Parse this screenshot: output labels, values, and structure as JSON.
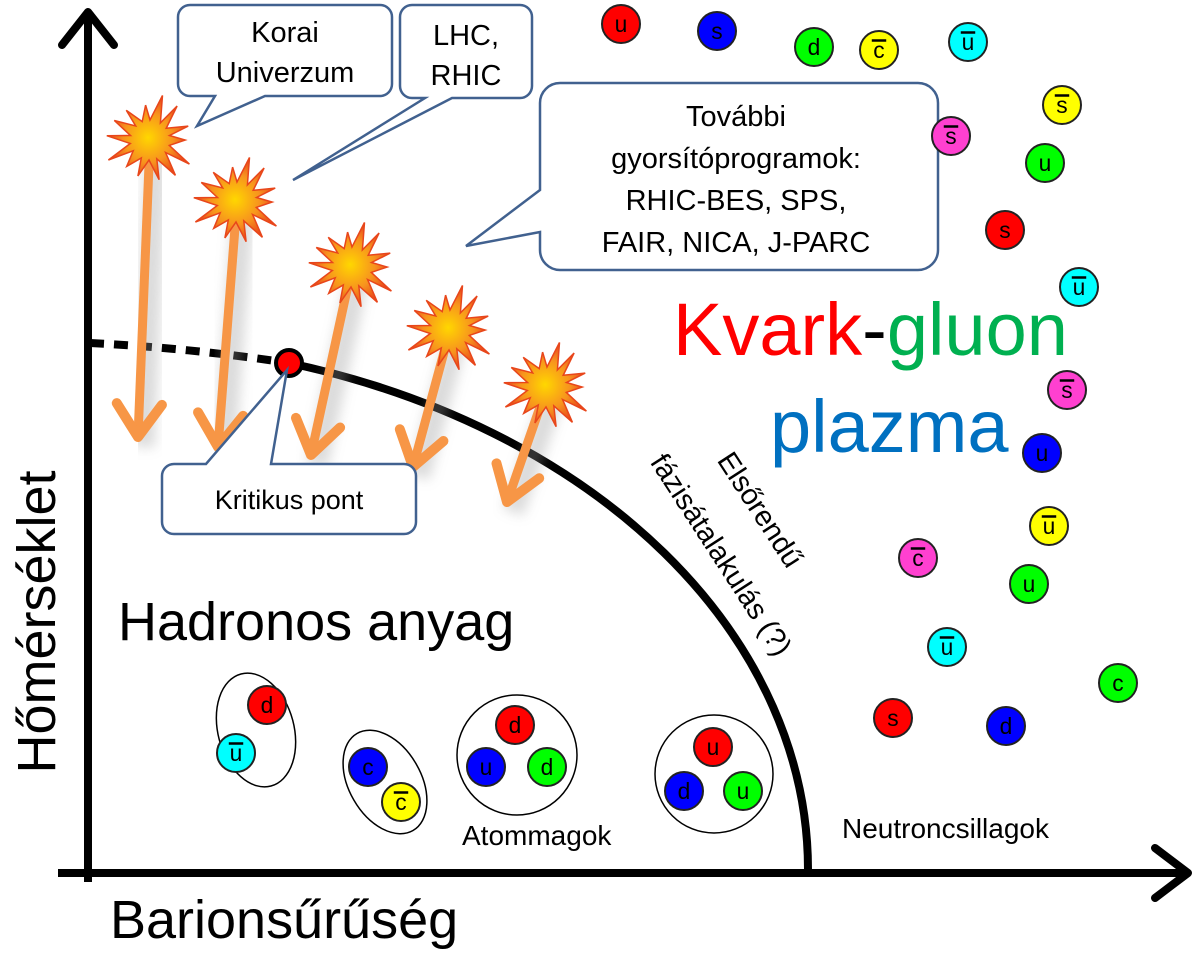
{
  "axes": {
    "y_label": "Hőmérséklet",
    "x_label": "Barionsűrűség"
  },
  "callouts": {
    "early_universe": [
      "Korai",
      "Univerzum"
    ],
    "lhc_rhic": [
      "LHC,",
      "RHIC"
    ],
    "further_programs": [
      "További",
      "gyorsítóprogramok:",
      "RHIC-BES, SPS,",
      "FAIR, NICA, J-PARC"
    ],
    "critical_point": "Kritikus pont"
  },
  "phase_line_label": [
    "Elsőrendű",
    "fázisátalakulás (?)"
  ],
  "qgp_label": {
    "kvark": "Kvark",
    "dash": "-",
    "gluon": "gluon",
    "plazma": "plazma"
  },
  "hadronic_label": "Hadronos anyag",
  "nuclei_label": "Atommagok",
  "neutron_star_label": "Neutroncsillagok",
  "colors": {
    "kvark": "#ff0000",
    "gluon": "#00b050",
    "plazma": "#0070c0",
    "callout_border": "#41618f",
    "arrow": "#f79646",
    "critical_point": "#ff0000"
  },
  "free_quarks": [
    {
      "label": "u",
      "color": "#ff0000",
      "anti": false
    },
    {
      "label": "s",
      "color": "#0000ff",
      "anti": false
    },
    {
      "label": "d",
      "color": "#00ff00",
      "anti": false
    },
    {
      "label": "c",
      "color": "#ffff00",
      "anti": true
    },
    {
      "label": "u",
      "color": "#00ffff",
      "anti": true
    },
    {
      "label": "s",
      "color": "#ffff00",
      "anti": true
    },
    {
      "label": "s",
      "color": "#ff40d0",
      "anti": true
    },
    {
      "label": "u",
      "color": "#00ff00",
      "anti": false
    },
    {
      "label": "s",
      "color": "#ff0000",
      "anti": false
    },
    {
      "label": "u",
      "color": "#00ffff",
      "anti": true
    },
    {
      "label": "s",
      "color": "#ff40d0",
      "anti": true
    },
    {
      "label": "u",
      "color": "#0000ff",
      "anti": false
    },
    {
      "label": "u",
      "color": "#ffff00",
      "anti": true
    },
    {
      "label": "c",
      "color": "#ff40d0",
      "anti": true
    },
    {
      "label": "u",
      "color": "#00ff00",
      "anti": false
    },
    {
      "label": "u",
      "color": "#00ffff",
      "anti": true
    },
    {
      "label": "c",
      "color": "#00ff00",
      "anti": false
    },
    {
      "label": "s",
      "color": "#ff0000",
      "anti": false
    },
    {
      "label": "d",
      "color": "#0000ff",
      "anti": false
    }
  ],
  "hadrons": [
    {
      "name": "meson-d-ubar",
      "quarks": [
        {
          "label": "d",
          "color": "#ff0000",
          "anti": false
        },
        {
          "label": "u",
          "color": "#00ffff",
          "anti": true
        }
      ]
    },
    {
      "name": "meson-c-cbar",
      "quarks": [
        {
          "label": "c",
          "color": "#0000ff",
          "anti": false
        },
        {
          "label": "c",
          "color": "#ffff00",
          "anti": true
        }
      ]
    },
    {
      "name": "baryon-neutron",
      "quarks": [
        {
          "label": "d",
          "color": "#ff0000",
          "anti": false
        },
        {
          "label": "u",
          "color": "#0000ff",
          "anti": false
        },
        {
          "label": "d",
          "color": "#00ff00",
          "anti": false
        }
      ]
    },
    {
      "name": "baryon-proton",
      "quarks": [
        {
          "label": "u",
          "color": "#ff0000",
          "anti": false
        },
        {
          "label": "d",
          "color": "#0000ff",
          "anti": false
        },
        {
          "label": "u",
          "color": "#00ff00",
          "anti": false
        }
      ]
    }
  ]
}
